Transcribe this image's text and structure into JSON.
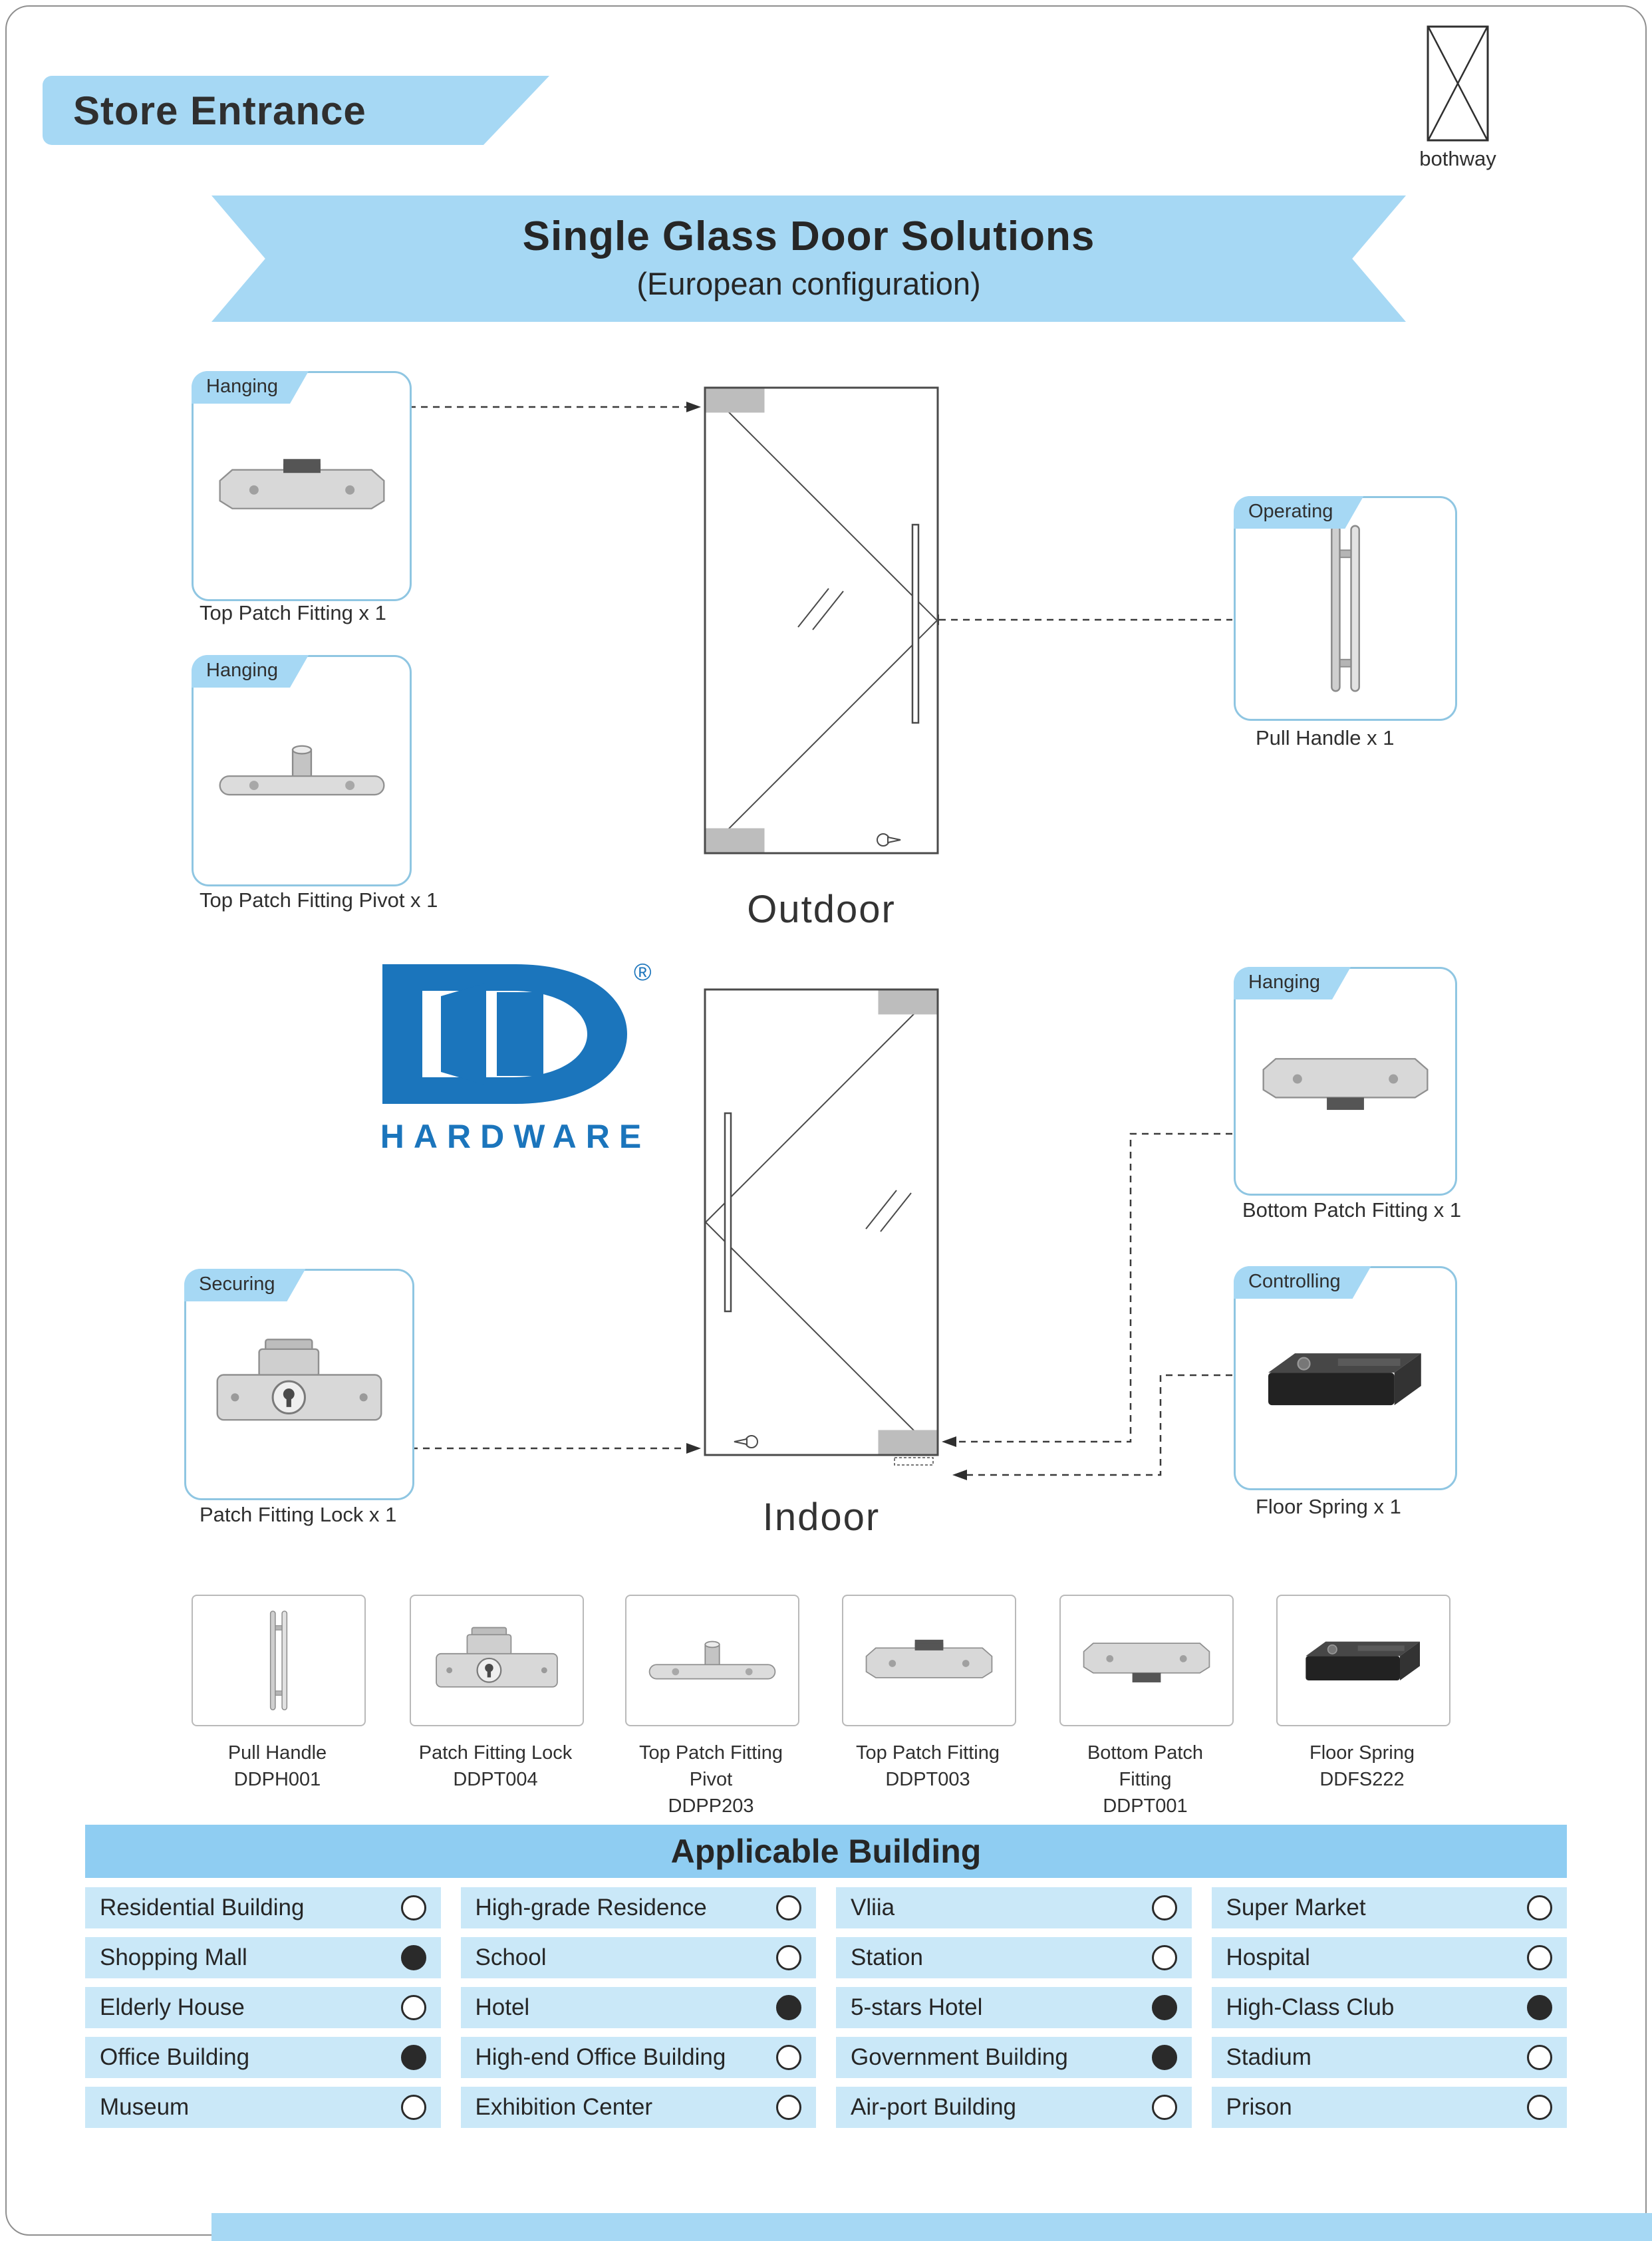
{
  "header": {
    "title": "Store Entrance",
    "brand": "bothway"
  },
  "banner": {
    "title": "Single Glass Door Solutions",
    "subtitle": "(European configuration)"
  },
  "logo": {
    "wordmark": "HARDWARE",
    "registered": "®"
  },
  "diagram": {
    "outdoor_label": "Outdoor",
    "indoor_label": "Indoor"
  },
  "callouts": [
    {
      "tag": "Hanging",
      "caption": "Top Patch Fitting x 1"
    },
    {
      "tag": "Hanging",
      "caption": "Top Patch Fitting Pivot x 1"
    },
    {
      "tag": "Securing",
      "caption": "Patch Fitting Lock x 1"
    },
    {
      "tag": "Operating",
      "caption": "Pull Handle x 1"
    },
    {
      "tag": "Hanging",
      "caption": "Bottom Patch Fitting x 1"
    },
    {
      "tag": "Controlling",
      "caption": "Floor Spring x 1"
    }
  ],
  "products": [
    {
      "name": "Pull Handle",
      "code": "DDPH001"
    },
    {
      "name": "Patch Fitting Lock",
      "code": "DDPT004"
    },
    {
      "name": "Top Patch Fitting Pivot",
      "code": "DDPP203"
    },
    {
      "name": "Top Patch Fitting",
      "code": "DDPT003"
    },
    {
      "name": "Bottom Patch Fitting",
      "code": "DDPT001"
    },
    {
      "name": "Floor Spring",
      "code": "DDFS222"
    }
  ],
  "applicable": {
    "title": "Applicable Building",
    "items": [
      {
        "label": "Residential Building",
        "selected": false
      },
      {
        "label": "High-grade Residence",
        "selected": false
      },
      {
        "label": "Vliia",
        "selected": false
      },
      {
        "label": "Super Market",
        "selected": false
      },
      {
        "label": "Shopping Mall",
        "selected": true
      },
      {
        "label": "School",
        "selected": false
      },
      {
        "label": "Station",
        "selected": false
      },
      {
        "label": "Hospital",
        "selected": false
      },
      {
        "label": "Elderly House",
        "selected": false
      },
      {
        "label": "Hotel",
        "selected": true
      },
      {
        "label": "5-stars Hotel",
        "selected": true
      },
      {
        "label": "High-Class Club",
        "selected": true
      },
      {
        "label": "Office Building",
        "selected": true
      },
      {
        "label": "High-end Office Building",
        "selected": false
      },
      {
        "label": "Government Building",
        "selected": true
      },
      {
        "label": "Stadium",
        "selected": false
      },
      {
        "label": "Museum",
        "selected": false
      },
      {
        "label": "Exhibition Center",
        "selected": false
      },
      {
        "label": "Air-port Building",
        "selected": false
      },
      {
        "label": "Prison",
        "selected": false
      }
    ]
  },
  "colors": {
    "accent_blue": "#A6D8F4",
    "header_blue": "#8FCDF2",
    "cell_blue": "#CAE8F8",
    "logo_blue": "#1B75BC",
    "text_dark": "#2F2F2F"
  }
}
